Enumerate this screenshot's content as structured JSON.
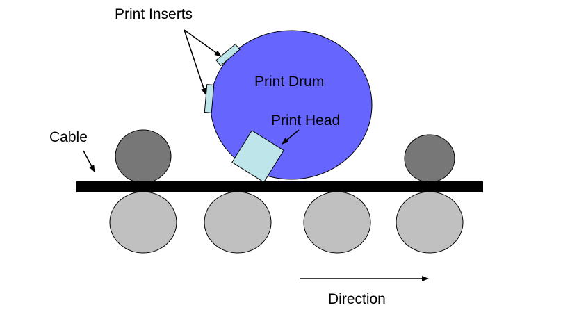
{
  "labels": {
    "print_inserts": "Print Inserts",
    "print_drum": "Print Drum",
    "print_head": "Print Head",
    "cable": "Cable",
    "direction": "Direction"
  },
  "colors": {
    "background": "#ffffff",
    "drum_fill": "#6666ff",
    "drum_stroke": "#000000",
    "insert_fill": "#bde5ea",
    "head_fill": "#bde5ea",
    "cable": "#000000",
    "upper_roller": "#777777",
    "lower_roller": "#c0c0c0",
    "arrow": "#000000"
  },
  "components": {
    "upper_rollers": 2,
    "lower_rollers": 4,
    "print_inserts": 2
  }
}
